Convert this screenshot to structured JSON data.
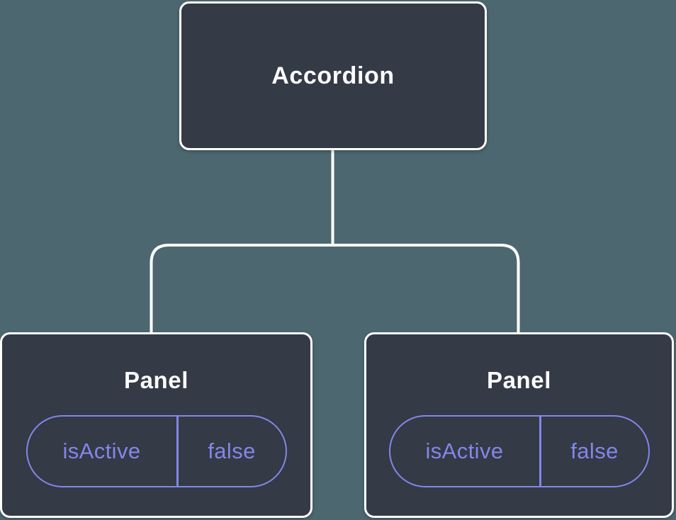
{
  "diagram": {
    "root": {
      "label": "Accordion"
    },
    "children": [
      {
        "label": "Panel",
        "state": {
          "key": "isActive",
          "value": "false"
        }
      },
      {
        "label": "Panel",
        "state": {
          "key": "isActive",
          "value": "false"
        }
      }
    ],
    "colors": {
      "background": "#4C6770",
      "node_fill": "#343A46",
      "node_border": "#FFFFFF",
      "connector": "#FFFFFF",
      "node_text": "#FBFBFD",
      "state_accent": "#8287E8"
    }
  }
}
